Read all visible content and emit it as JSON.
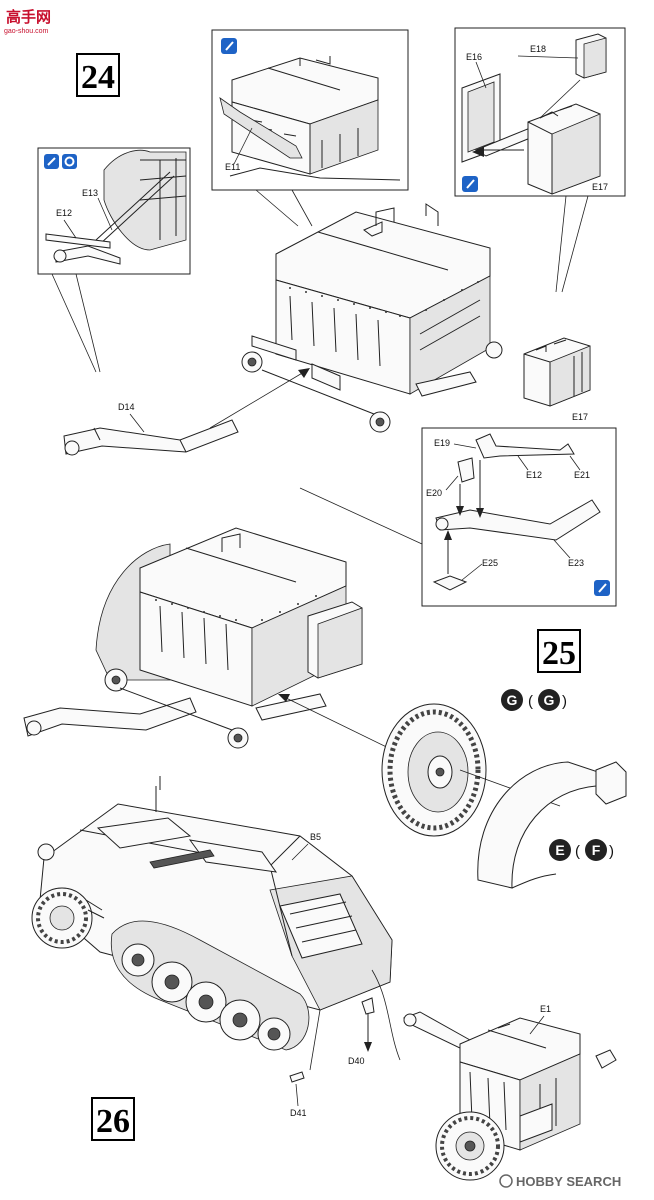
{
  "watermark": {
    "title": "高手网",
    "sub": "gao-shou.com"
  },
  "footer": {
    "brand": "HOBBY SEARCH"
  },
  "steps": [
    {
      "number": "24"
    },
    {
      "number": "25"
    },
    {
      "number": "26"
    }
  ],
  "part_labels": {
    "E11": "E11",
    "E12": "E12",
    "E13": "E13",
    "E16": "E16",
    "E17": "E17",
    "E18": "E18",
    "E19": "E19",
    "E20": "E20",
    "E21": "E21",
    "E23": "E23",
    "E25": "E25",
    "D14": "D14",
    "B5": "B5",
    "D40": "D40",
    "D41": "D41",
    "E1": "E1"
  },
  "variant_marks": {
    "wheel": {
      "main": "G",
      "alt": "G"
    },
    "fender": {
      "main": "E",
      "alt": "F"
    }
  },
  "colors": {
    "accent_blue": "#1e63c6",
    "logo_red": "#c8102e",
    "line": "#222222"
  }
}
